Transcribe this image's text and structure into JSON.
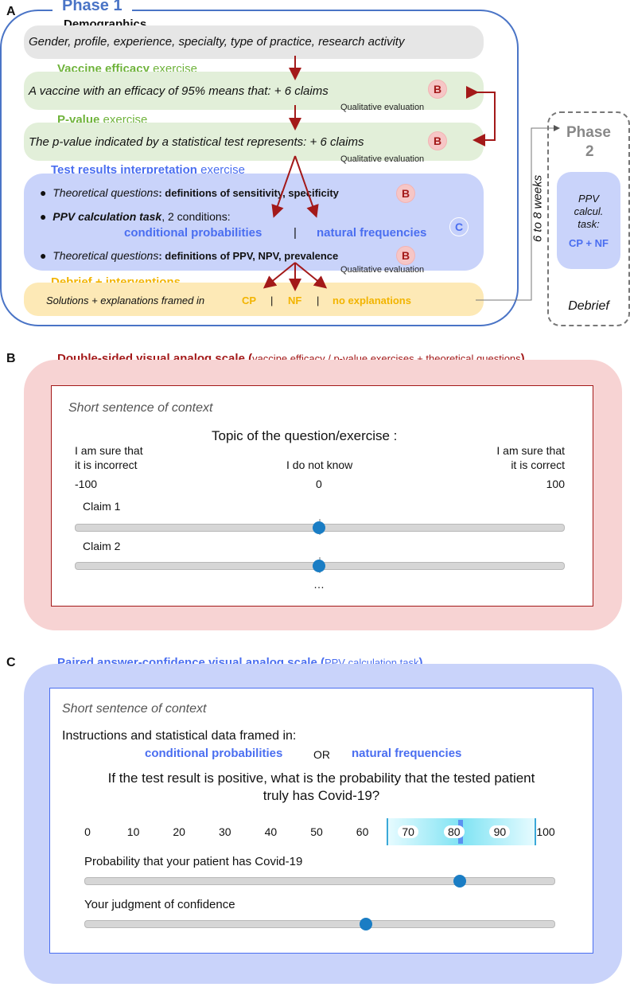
{
  "panelA": {
    "letter": "A",
    "phase1_title": "Phase 1",
    "demographics": {
      "title": "Demographics",
      "text": "Gender, profile, experience, specialty, type of practice, research activity"
    },
    "vaccine": {
      "title_bold": "Vaccine efficacy",
      "title_rest": " exercise",
      "text": "A vaccine with an efficacy of 95% means that: + 6 claims",
      "badge": "B",
      "qual": "Qualitative evaluation"
    },
    "pvalue": {
      "title_bold": "P-value",
      "title_rest": " exercise",
      "text": "The p-value indicated by a statistical test represents: + 6 claims",
      "badge": "B",
      "qual": "Qualitative evaluation"
    },
    "test": {
      "title_bold": "Test results interpretation",
      "title_rest": " exercise",
      "bullet1_pre": "Theoretical questions",
      "bullet1_post": ": definitions of sensitivity, specificity",
      "bullet1_badge": "B",
      "bullet2_pre": "PPV calculation task",
      "bullet2_post": ", 2 conditions:",
      "cond1": "conditional probabilities",
      "sep": "|",
      "cond2": "natural frequencies",
      "bullet2_badge": "C",
      "bullet3_pre": "Theoretical questions",
      "bullet3_post": ": definitions of PPV, NPV, prevalence",
      "bullet3_badge": "B",
      "qual": "Qualitative evaluation"
    },
    "debrief": {
      "title": "Debrief + interventions",
      "text": "Solutions + explanations framed in",
      "opt1": "CP",
      "sep1": "|",
      "opt2": "NF",
      "sep2": "|",
      "opt3": "no explanations"
    },
    "weeks": "6 to 8 weeks",
    "phase2": {
      "title1": "Phase",
      "title2": "2",
      "task1": "PPV",
      "task2": "calcul.",
      "task3": "task:",
      "task4": "CP + NF",
      "debrief": "Debrief"
    }
  },
  "panelB": {
    "letter": "B",
    "title_bold": "Double-sided visual analog scale (",
    "title_light": "vaccine efficacy / p-value exercises + theoretical questions",
    "title_end": ")",
    "context": "Short sentence of context",
    "topic": "Topic of the question/exercise :",
    "left_label1": "I am sure that",
    "left_label2": "it is incorrect",
    "mid_label": "I do not know",
    "right_label1": "I am sure that",
    "right_label2": "it is correct",
    "min": "-100",
    "mid": "0",
    "max": "100",
    "claims": [
      {
        "label": "Claim 1",
        "value": 0
      },
      {
        "label": "Claim 2",
        "value": 0
      }
    ],
    "ellipsis": "…"
  },
  "panelC": {
    "letter": "C",
    "title_bold": "Paired answer-confidence visual analog scale (",
    "title_light": "PPV calculation task",
    "title_end": ")",
    "context": "Short sentence of context",
    "instructions": "Instructions and statistical data framed in:",
    "cond1": "conditional probabilities",
    "or": "OR",
    "cond2": "natural frequencies",
    "question1": "If the test result is positive, what is the probability that the tested patient",
    "question2": "truly has Covid-19?",
    "ticks": [
      "0",
      "10",
      "20",
      "30",
      "40",
      "50",
      "60",
      "70",
      "80",
      "90",
      "100"
    ],
    "sliders": [
      {
        "label": "Probability that your patient has Covid-19",
        "value": 80
      },
      {
        "label": "Your judgment of confidence",
        "value": 60
      }
    ]
  },
  "colors": {
    "blue": "#4a6ef0",
    "green": "#6fb33b",
    "green_bg": "#e2efd9",
    "red": "#a31919",
    "red_bg": "#f7d3d3",
    "yellow": "#f2b400",
    "yellow_bg": "#fde9b6",
    "purple_bg": "#c9d3fa",
    "knob": "#1a7dc4"
  }
}
